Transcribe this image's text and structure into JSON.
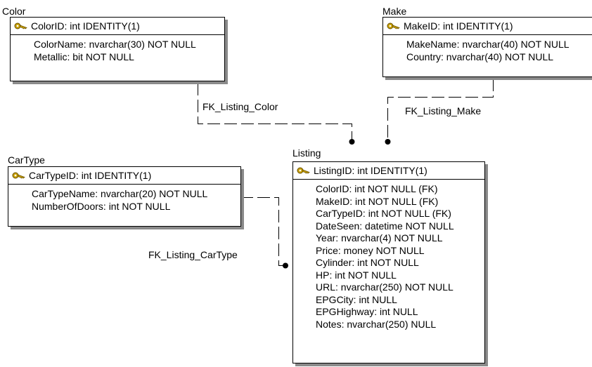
{
  "entities": {
    "color": {
      "title": "Color",
      "pk": "ColorID: int IDENTITY(1)",
      "fields": [
        "ColorName: nvarchar(30) NOT NULL",
        "Metallic: bit NOT NULL"
      ]
    },
    "make": {
      "title": "Make",
      "pk": "MakeID: int IDENTITY(1)",
      "fields": [
        "MakeName: nvarchar(40) NOT NULL",
        "Country: nvarchar(40) NOT NULL"
      ]
    },
    "cartype": {
      "title": "CarType",
      "pk": "CarTypeID: int IDENTITY(1)",
      "fields": [
        "CarTypeName: nvarchar(20) NOT NULL",
        "NumberOfDoors: int NOT NULL"
      ]
    },
    "listing": {
      "title": "Listing",
      "pk": "ListingID: int IDENTITY(1)",
      "fields": [
        "ColorID: int NOT NULL (FK)",
        "MakeID: int NOT NULL (FK)",
        "CarTypeID: int NOT NULL (FK)",
        "DateSeen: datetime NOT NULL",
        "Year: nvarchar(4) NOT NULL",
        "Price: money NOT NULL",
        "Cylinder: int NOT NULL",
        "HP: int NOT NULL",
        "URL: nvarchar(250) NOT NULL",
        "EPGCity: int NULL",
        "EPGHighway: int NULL",
        "Notes: nvarchar(250) NULL"
      ]
    }
  },
  "relationships": {
    "fk_color": "FK_Listing_Color",
    "fk_make": "FK_Listing_Make",
    "fk_cartype": "FK_Listing_CarType"
  },
  "colors": {
    "line": "#000000",
    "shadow": "#8a8a8a",
    "key_icon": "#c8a000"
  },
  "icons": {
    "primary_key": "key-icon"
  }
}
